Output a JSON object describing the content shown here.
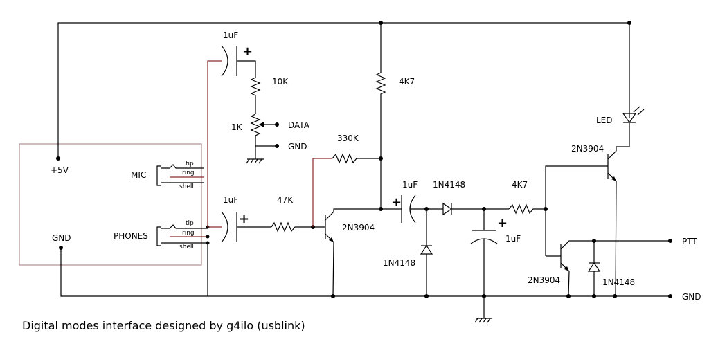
{
  "caption": "Digital modes interface designed by g4ilo (usblink)",
  "box": {
    "plus5v": "+5V",
    "gnd": "GND",
    "mic": "MIC",
    "phones": "PHONES"
  },
  "jack": {
    "tip": "tip",
    "ring": "ring",
    "shell": "shell"
  },
  "components": {
    "c_top": "1uF",
    "r_10k": "10K",
    "pot_1k": "1K",
    "data": "DATA",
    "gnd_pot": "GND",
    "c_in": "1uF",
    "r_47k": "47K",
    "r_330k": "330K",
    "r_4k7_top": "4K7",
    "q1": "2N3904",
    "c_mid": "1uF",
    "d1": "1N4148",
    "d2": "1N4148",
    "r_4k7_b": "4K7",
    "c_elec": "1uF",
    "q2": "2N3904",
    "q3": "2N3904",
    "d3": "1N4148",
    "led": "LED",
    "ptt": "PTT",
    "gnd_out": "GND"
  },
  "polarity": "+"
}
